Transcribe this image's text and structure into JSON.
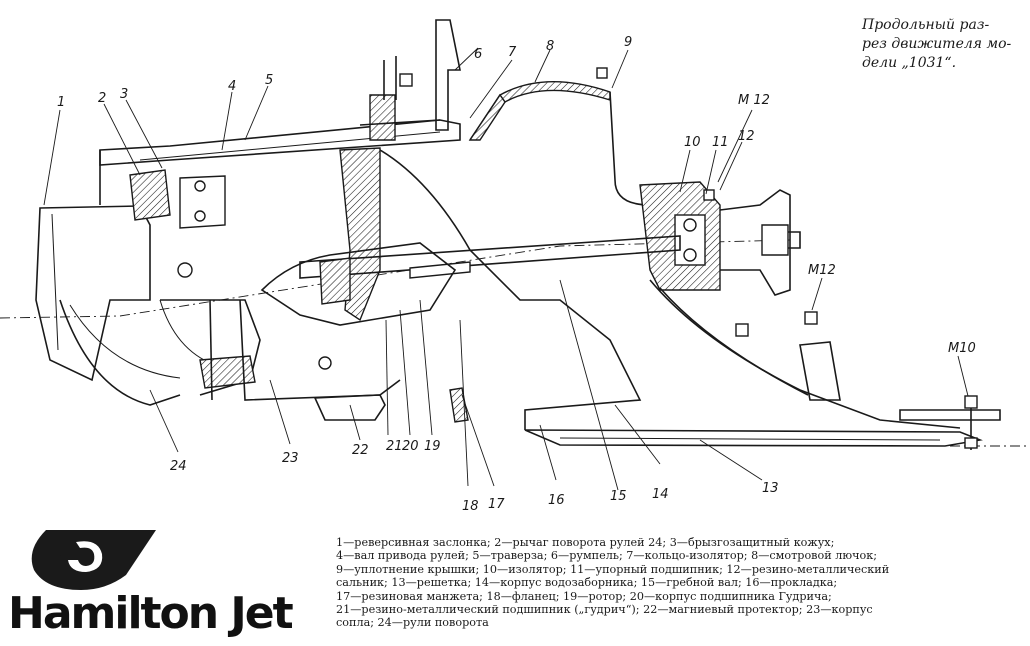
{
  "title_lines": [
    "Продольный раз-",
    "рез движителя мо-",
    "дели „1031“."
  ],
  "callouts": {
    "n1": "1",
    "n2": "2",
    "n3": "3",
    "n4": "4",
    "n5": "5",
    "n6": "6",
    "n7": "7",
    "n8": "8",
    "n9": "9",
    "n10": "10",
    "n11": "11",
    "n12": "12",
    "n13": "13",
    "n14": "14",
    "n15": "15",
    "n16": "16",
    "n17": "17",
    "n18": "18",
    "n19": "19",
    "n20": "20",
    "n21": "21",
    "n22": "22",
    "n23": "23",
    "n24": "24",
    "m12_top": "M 12",
    "m12_mid": "M12",
    "m10": "M10"
  },
  "legend_lines": [
    "1—реверсивная заслонка; 2—рычаг поворота рулей 24; 3—брызгозащитный кожух;",
    "4—вал привода рулей; 5—траверза; 6—румпель; 7—кольцо-изолятор; 8—смотровой лючок;",
    "9—уплотнение крышки; 10—изолятор; 11—упорный подшипник; 12—резино-металлический",
    "сальник; 13—решетка; 14—корпус водозаборника; 15—гребной вал; 16—прокладка;",
    "17—резиновая манжета; 18—фланец; 19—ротор; 20—корпус подшипника Гудрича;",
    "21—резино-металлический подшипник („гудрич“); 22—магниевый протектор; 23—корпус",
    "сопла; 24—рули поворота"
  ],
  "logo": {
    "text": "Hamilton Jet"
  }
}
